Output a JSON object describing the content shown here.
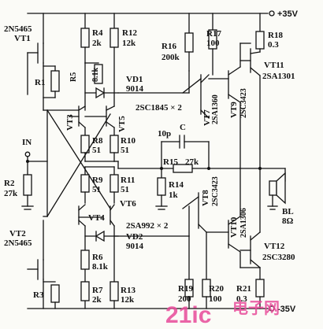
{
  "rails": {
    "vpos": "+35V",
    "vneg": "-35V"
  },
  "input": {
    "label": "IN"
  },
  "transistors": [
    {
      "id": "VT1",
      "part": "2N5465"
    },
    {
      "id": "VT2",
      "part": "2N5465"
    },
    {
      "id": "VT3",
      "part": ""
    },
    {
      "id": "VT5",
      "part": ""
    },
    {
      "id": "VT4",
      "part": ""
    },
    {
      "id": "VT6",
      "part": ""
    },
    {
      "id": "VT7",
      "part": "2SA1360"
    },
    {
      "id": "VT8",
      "part": "2SC3423"
    },
    {
      "id": "VT9",
      "part": "2SC3423"
    },
    {
      "id": "VT10",
      "part": "2SA1306"
    },
    {
      "id": "VT11",
      "part": "2SA1301"
    },
    {
      "id": "VT12",
      "part": "2SC3280"
    }
  ],
  "pair_notes": {
    "upper": "2SC1845 × 2",
    "lower": "2SA992 × 2"
  },
  "resistors": {
    "R1": "",
    "R2": "27k",
    "R3": "",
    "R4": "2k",
    "R5": "8.1k",
    "R6": "8.1k",
    "R7": "2k",
    "R8": "51",
    "R9": "51",
    "R10": "51",
    "R11": "51",
    "R12": "12k",
    "R13": "12k",
    "R14": "1k",
    "R15": "27k",
    "R16": "200k",
    "R17": "100",
    "R18": "0.3",
    "R19": "200",
    "R20": "100",
    "R21": "0.3"
  },
  "diodes": {
    "VD1": "9014",
    "VD2": "9014"
  },
  "capacitor": {
    "id": "C",
    "value": "10p"
  },
  "speaker": {
    "id": "BL",
    "value": "8Ω"
  },
  "watermark": {
    "main": "21ic",
    "site": "电子网",
    "url": ""
  }
}
